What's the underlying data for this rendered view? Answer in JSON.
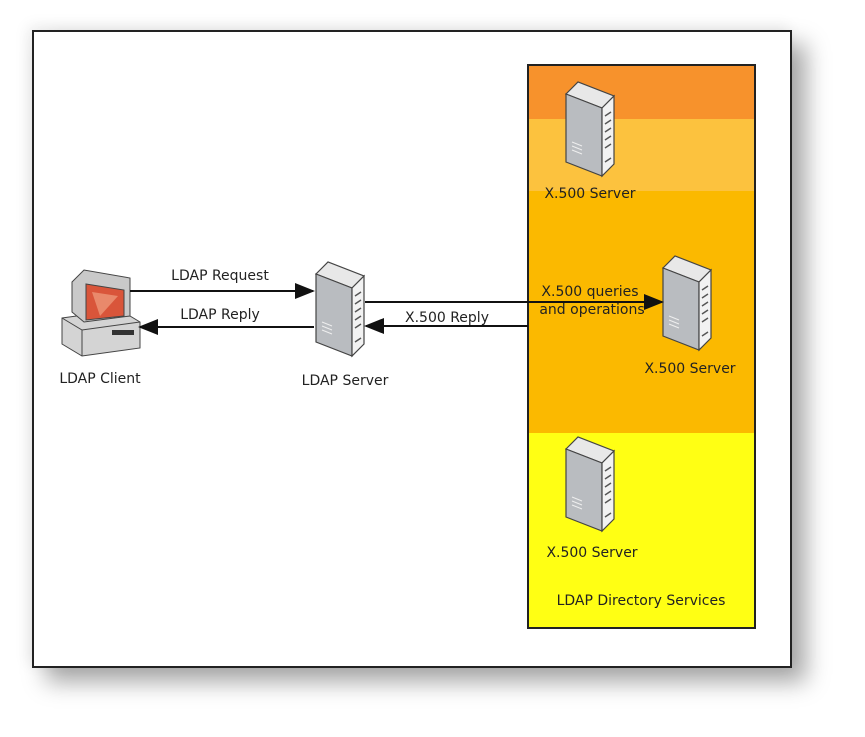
{
  "nodes": {
    "client": "LDAP Client",
    "ldap_server": "LDAP Server",
    "x500_top": "X.500 Server",
    "x500_mid": "X.500 Server",
    "x500_bottom": "X.500 Server"
  },
  "edges": {
    "request": "LDAP Request",
    "reply": "LDAP Reply",
    "x500_query_line1": "X.500 queries",
    "x500_query_line2": "and operations",
    "x500_reply": "X.500 Reply"
  },
  "group": {
    "label": "LDAP Directory Services",
    "band_colors": [
      "#f7922c",
      "#fcc23e",
      "#fbb900",
      "#ffff14"
    ]
  }
}
